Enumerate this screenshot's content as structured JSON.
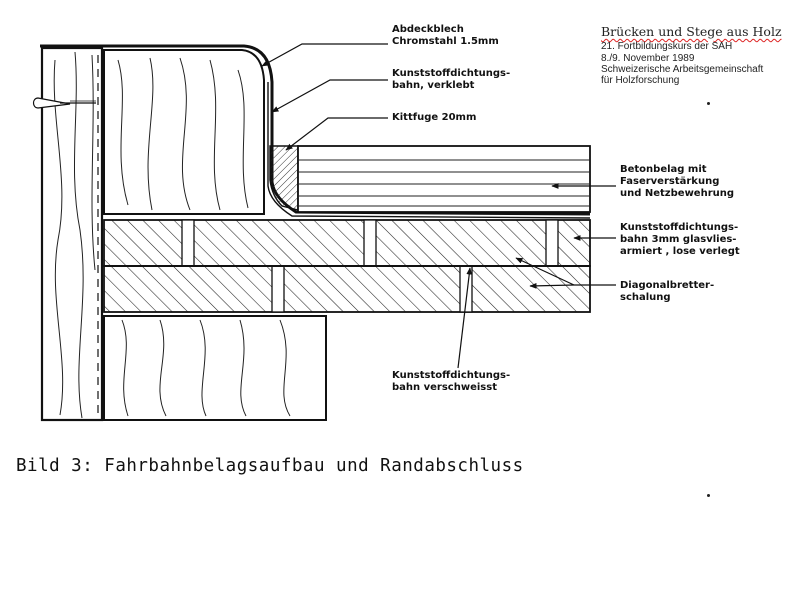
{
  "header": {
    "title": "Brücken und Stege aus Holz",
    "line1": "21. Fortbildungskurs der SAH",
    "line2": "8./9.  November  1989",
    "line3": "Schweizerische  Arbeitsgemeinschaft",
    "line4": "für  Holzforschung"
  },
  "labels": {
    "abdeckblech_1": "Abdeckblech",
    "abdeckblech_2": "Chromstahl 1.5mm",
    "kunststoff_verklebt_1": "Kunststoffdichtungs-",
    "kunststoff_verklebt_2": "bahn, verklebt",
    "kittfuge": "Kittfuge 20mm",
    "betonbelag_1": "Betonbelag mit",
    "betonbelag_2": "Faserverstärkung",
    "betonbelag_3": "und Netzbewehrung",
    "kunststoff_lose_1": "Kunststoffdichtungs-",
    "kunststoff_lose_2": "bahn 3mm glasvlies-",
    "kunststoff_lose_3": "armiert , lose verlegt",
    "diagonal_1": "Diagonalbretter-",
    "diagonal_2": "schalung",
    "kunststoff_geschweisst_1": "Kunststoffdichtungs-",
    "kunststoff_geschweisst_2": "bahn verschweisst"
  },
  "caption": "Bild 3: Fahrbahnbelagsaufbau und Randabschluss"
}
